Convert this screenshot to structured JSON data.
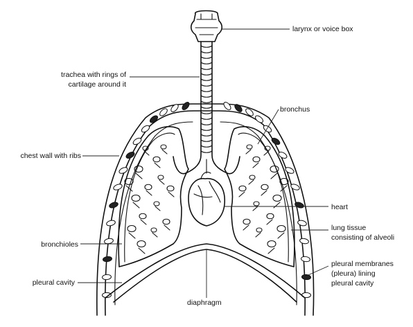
{
  "diagram": {
    "labels": {
      "larynx": "larynx or voice box",
      "trachea_line1": "trachea with rings of",
      "trachea_line2": "cartilage around it",
      "bronchus": "bronchus",
      "chest_wall": "chest wall with ribs",
      "heart": "heart",
      "lung_tissue_line1": "lung tissue",
      "lung_tissue_line2": "consisting of alveoli",
      "bronchioles": "bronchioles",
      "pleural_membranes_line1": "pleural membranes",
      "pleural_membranes_line2": "(pleura)  lining",
      "pleural_membranes_line3": "pleural cavity",
      "pleural_cavity": "pleural cavity",
      "diaphragm": "diaphragm"
    },
    "colors": {
      "ink": "#111111",
      "paper": "#ffffff",
      "stipple": "#555555"
    }
  }
}
